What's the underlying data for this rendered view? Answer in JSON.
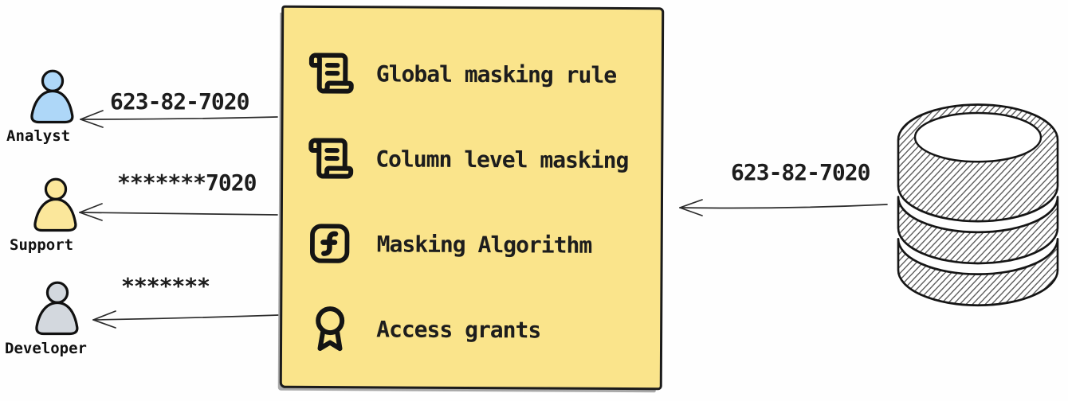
{
  "canvas": {
    "background": "#fefefe"
  },
  "personas": [
    {
      "name": "Analyst",
      "received_value": "623-82-7020",
      "color": "#aed7f8",
      "icon": "person-icon"
    },
    {
      "name": "Support",
      "received_value": "*******7020",
      "color": "#fbe79b",
      "icon": "person-icon"
    },
    {
      "name": "Developer",
      "received_value": "*******",
      "color": "#d3d8de",
      "icon": "person-icon"
    }
  ],
  "masking_box": {
    "background": "#fae48b",
    "border_color": "#1b1b1b",
    "items": [
      {
        "icon": "scroll-text-icon",
        "label": "Global masking rule"
      },
      {
        "icon": "scroll-text-icon",
        "label": "Column level masking"
      },
      {
        "icon": "function-square-icon",
        "label": "Masking Algorithm"
      },
      {
        "icon": "award-icon",
        "label": "Access grants"
      }
    ]
  },
  "database": {
    "icon": "database-icon",
    "outgoing_value": "623-82-7020"
  }
}
